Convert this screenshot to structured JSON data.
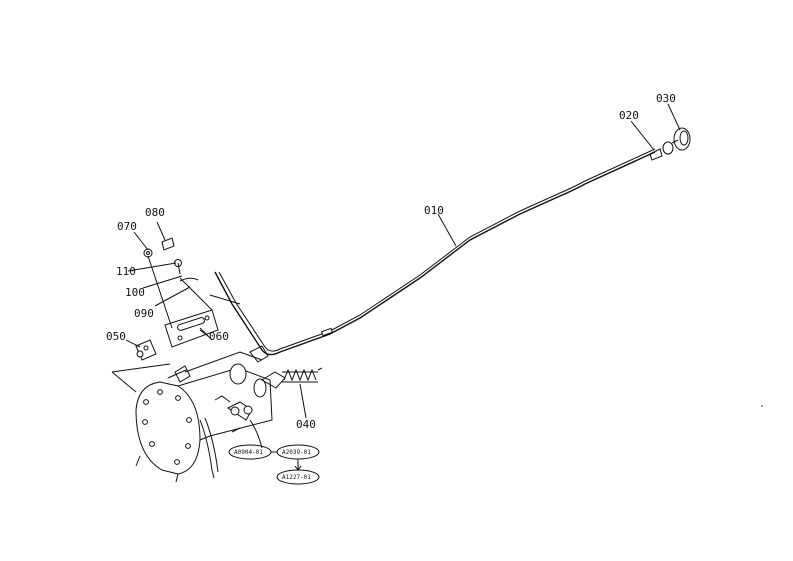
{
  "parts": [
    {
      "id": "p010",
      "label": "010"
    },
    {
      "id": "p020",
      "label": "020"
    },
    {
      "id": "p030",
      "label": "030"
    },
    {
      "id": "p040",
      "label": "040"
    },
    {
      "id": "p050",
      "label": "050"
    },
    {
      "id": "p060",
      "label": "060"
    },
    {
      "id": "p070",
      "label": "070"
    },
    {
      "id": "p080",
      "label": "080"
    },
    {
      "id": "p090",
      "label": "090"
    },
    {
      "id": "p100",
      "label": "100"
    },
    {
      "id": "p110",
      "label": "110"
    }
  ],
  "reference_codes": {
    "a": "A0904-01",
    "b": "A2039-01",
    "c": "A1227-01"
  }
}
